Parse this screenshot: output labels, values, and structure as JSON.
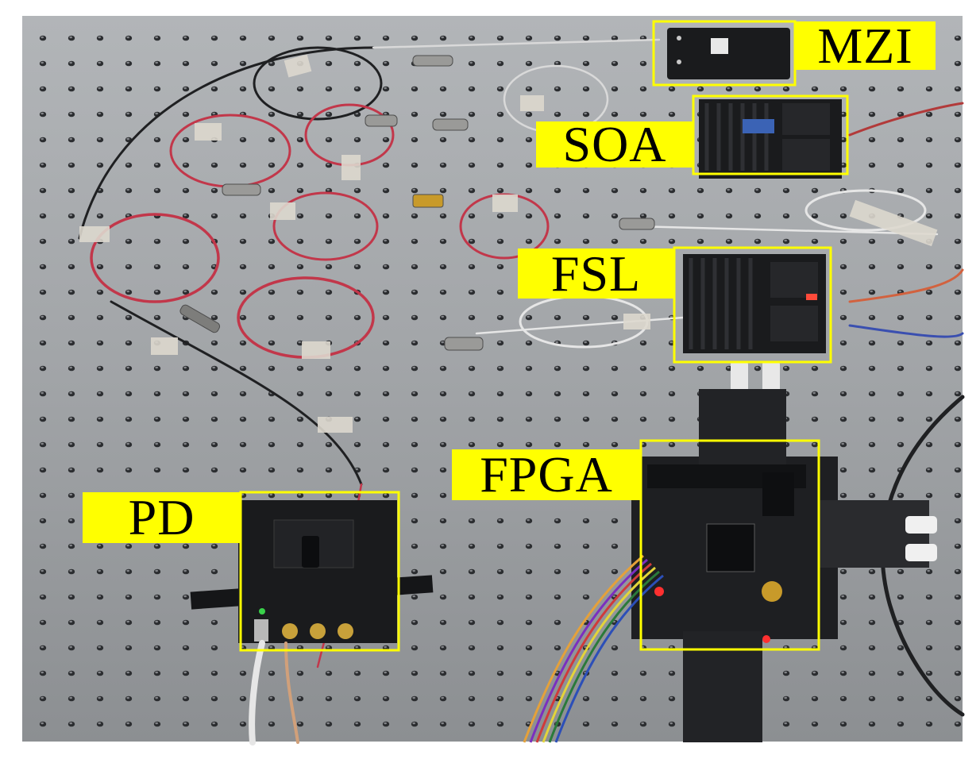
{
  "photo": {
    "subject": "optical-fiber-lab-setup-on-breadboard",
    "colors": {
      "table": "#9a9ea2",
      "holes": "#2a2c2e",
      "device": "#1a1b1d",
      "fiber_red": "#c2374a",
      "fiber_white": "#e6e6e6",
      "tape": "#ddd9cf",
      "label_bg": "#ffff00",
      "label_text": "#000000",
      "box_outline": "#ffff00"
    }
  },
  "labels": {
    "mzi": "MZI",
    "soa": "SOA",
    "fsl": "FSL",
    "fpga": "FPGA",
    "pd": "PD"
  }
}
